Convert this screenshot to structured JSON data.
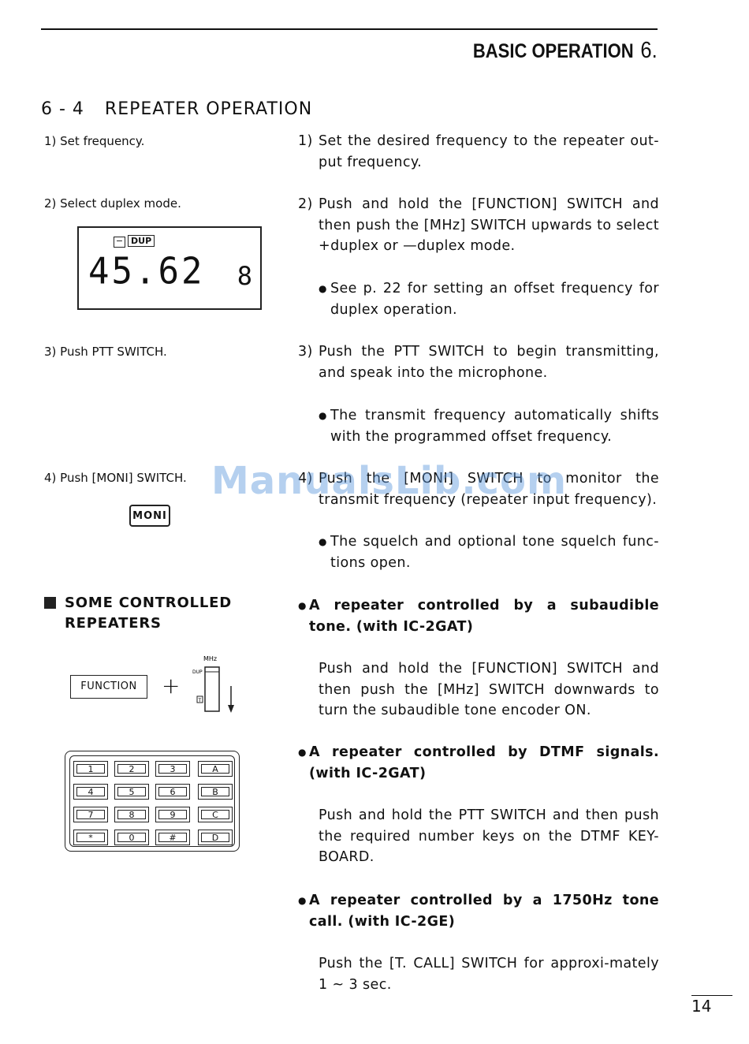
{
  "header": {
    "title": "BASIC OPERATION",
    "chapter": "6."
  },
  "section": {
    "number": "6 - 4",
    "title": "REPEATER OPERATION"
  },
  "left_steps": [
    "1)  Set frequency.",
    "2)  Select duplex mode.",
    "3)  Push PTT SWITCH.",
    "4)  Push [MONI] SWITCH."
  ],
  "lcd": {
    "minus": "−",
    "dup": "DUP",
    "freq": "45.62",
    "ch": "8"
  },
  "moni_button": "MONI",
  "right_steps": [
    {
      "num": "1)",
      "text": "Set the desired frequency to the repeater out-put frequency."
    },
    {
      "num": "2)",
      "text": "Push and hold the [FUNCTION] SWITCH and then push the [MHz] SWITCH upwards to select +duplex or —duplex mode."
    },
    {
      "num": "3)",
      "text": "Push the PTT SWITCH to begin transmitting, and speak into the microphone."
    },
    {
      "num": "4)",
      "text": "Push the [MONI] SWITCH to monitor the transmit frequency (repeater input frequency)."
    }
  ],
  "notes": [
    "See p. 22 for setting an offset frequency for duplex operation.",
    "The transmit frequency automatically shifts with the programmed offset frequency.",
    "The squelch and optional tone squelch func-tions open."
  ],
  "controlled": {
    "heading": "SOME CONTROLLED REPEATERS",
    "function_label": "FUNCTION",
    "plus": "+",
    "mhz_label": "MHz",
    "dup_label": "DUP",
    "t_label": "T",
    "items": [
      {
        "title": "A repeater controlled by a subaudible tone. (with IC-2GAT)",
        "text": "Push and hold the [FUNCTION] SWITCH and then push the [MHz] SWITCH downwards to turn the subaudible tone encoder ON."
      },
      {
        "title": "A repeater controlled by DTMF signals. (with IC-2GAT)",
        "text": "Push and hold the PTT SWITCH and then push the required number keys on the DTMF KEY-BOARD."
      },
      {
        "title": "A repeater controlled by a 1750Hz tone call. (with IC-2GE)",
        "text": "Push the [T. CALL] SWITCH for approxi-mately 1 ~ 3 sec."
      }
    ],
    "keypad": [
      [
        "1",
        "2",
        "3",
        "A"
      ],
      [
        "4",
        "5",
        "6",
        "B"
      ],
      [
        "7",
        "8",
        "9",
        "C"
      ],
      [
        "*",
        "0",
        "#",
        "D"
      ]
    ]
  },
  "bullet_glyph": "●",
  "page_number": "14",
  "watermark": "ManualsLib.com"
}
